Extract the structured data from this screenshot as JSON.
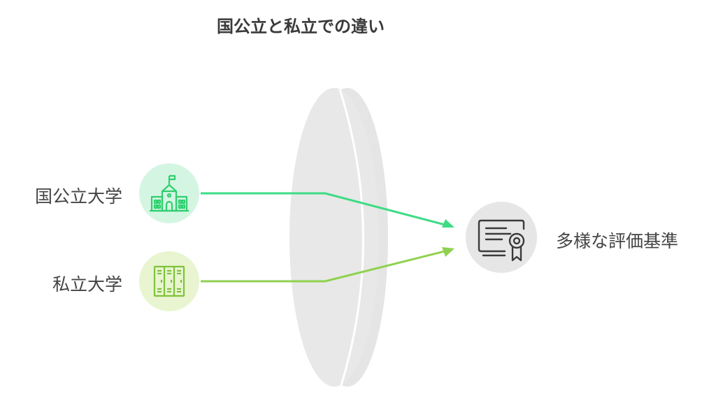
{
  "title": "国公立と私立での違い",
  "sources": [
    {
      "label": "国公立大学",
      "icon": "school-building-icon",
      "color": "#3ddc84",
      "bg": "#d5f5e3"
    },
    {
      "label": "私立大学",
      "icon": "lockers-icon",
      "color": "#8fd14f",
      "bg": "#e8f5d0"
    }
  ],
  "target": {
    "label": "多様な評価基準",
    "icon": "certificate-icon",
    "bg": "#e6e6e6"
  },
  "lens": {
    "icon": "lens-disc-icon",
    "color": "#e5e5e5"
  }
}
